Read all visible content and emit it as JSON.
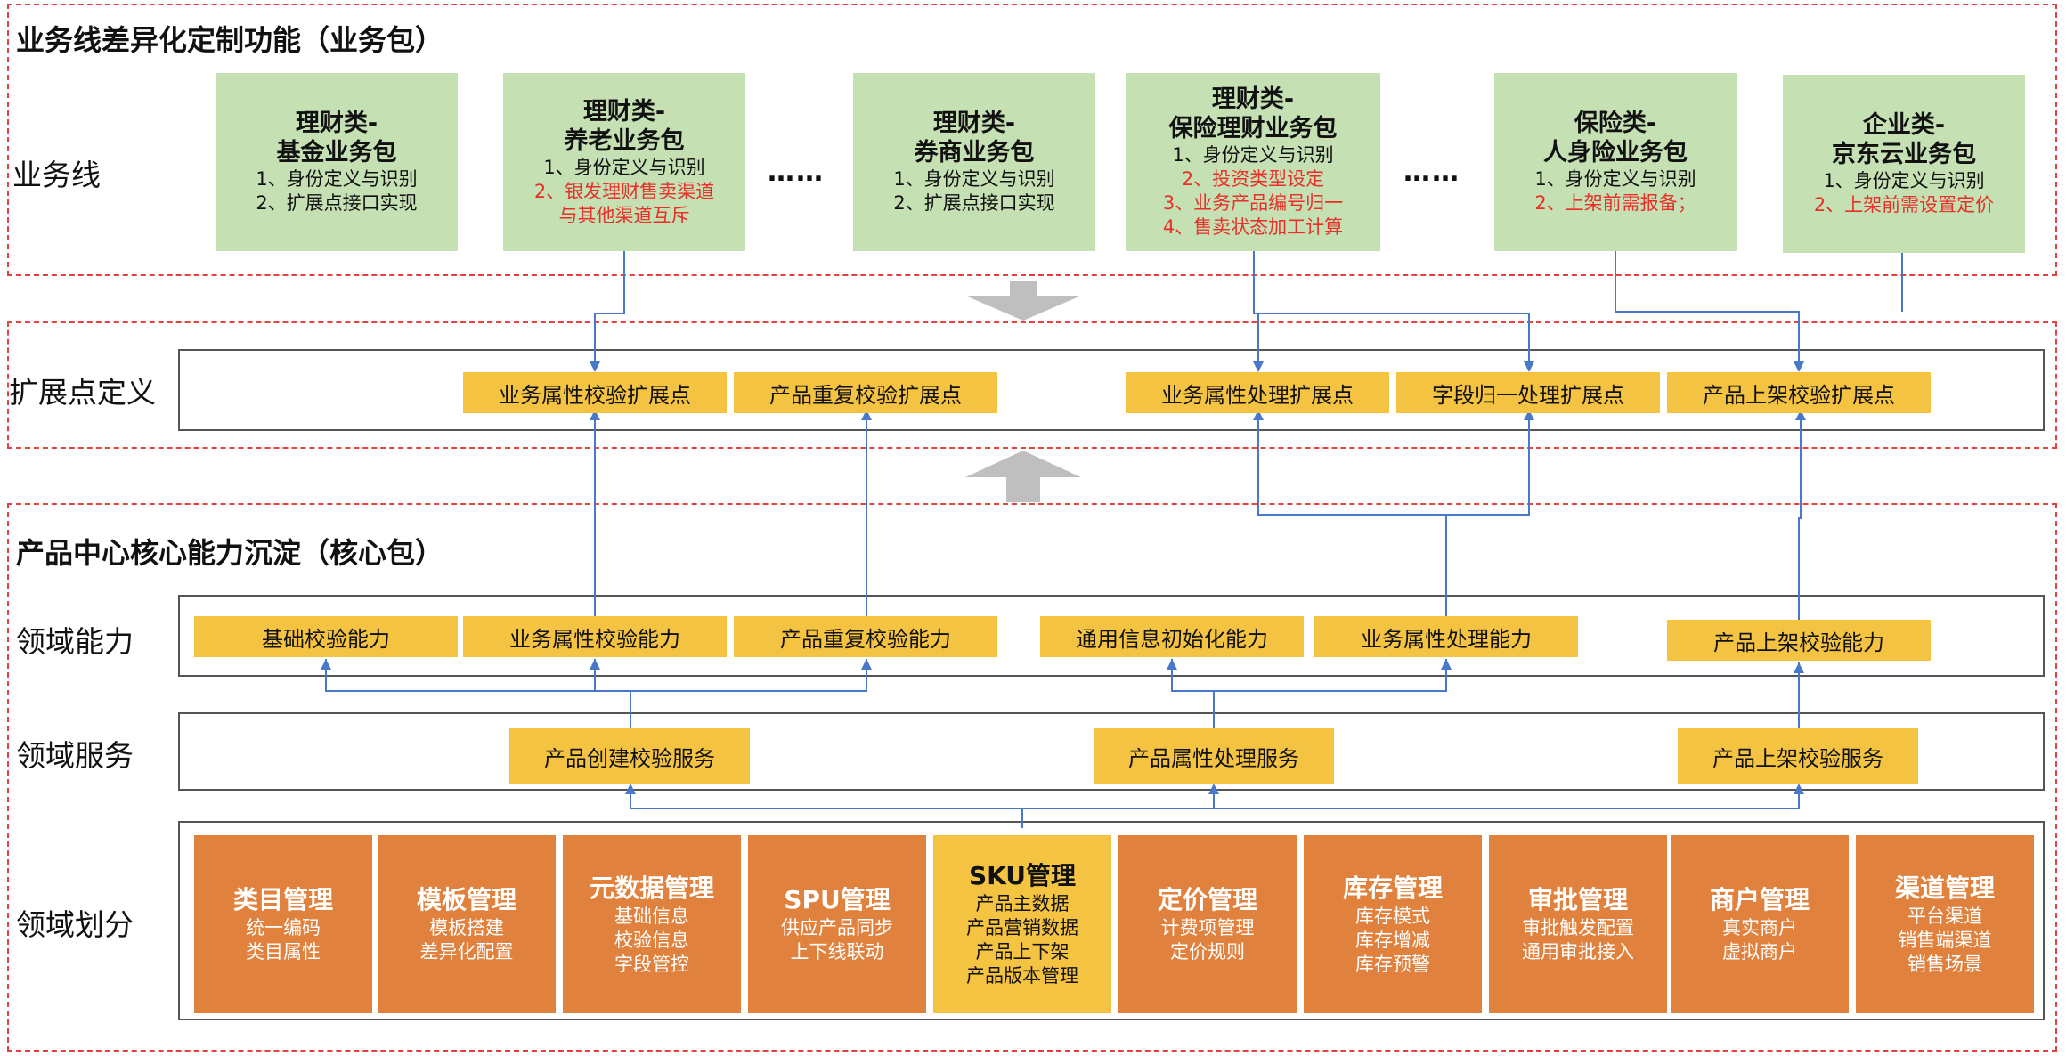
{
  "sections": {
    "business_title": "业务线差异化定制功能（业务包）",
    "core_title": "产品中心核心能力沉淀（核心包）"
  },
  "row_labels": {
    "business_line": "业务线",
    "extension_def": "扩展点定义",
    "domain_capability": "领域能力",
    "domain_service": "领域服务",
    "domain_division": "领域划分"
  },
  "business_packages": [
    {
      "title": [
        "理财类-",
        "基金业务包"
      ],
      "lines": [
        {
          "text": "1、身份定义与识别",
          "red": false
        },
        {
          "text": "2、扩展点接口实现",
          "red": false
        }
      ]
    },
    {
      "title": [
        "理财类-",
        "养老业务包"
      ],
      "lines": [
        {
          "text": "1、身份定义与识别",
          "red": false
        },
        {
          "text": "2、银发理财售卖渠道",
          "red": true
        },
        {
          "text": "与其他渠道互斥",
          "red": true
        }
      ]
    },
    {
      "title": [
        "理财类-",
        "券商业务包"
      ],
      "lines": [
        {
          "text": "1、身份定义与识别",
          "red": false
        },
        {
          "text": "2、扩展点接口实现",
          "red": false
        }
      ]
    },
    {
      "title": [
        "理财类-",
        "保险理财业务包"
      ],
      "lines": [
        {
          "text": "1、身份定义与识别",
          "red": false
        },
        {
          "text": "2、投资类型设定",
          "red": true
        },
        {
          "text": "3、业务产品编号归一",
          "red": true
        },
        {
          "text": "4、售卖状态加工计算",
          "red": true
        }
      ]
    },
    {
      "title": [
        "保险类-",
        "人身险业务包"
      ],
      "lines": [
        {
          "text": "1、身份定义与识别",
          "red": false
        },
        {
          "text": "2、上架前需报备；",
          "red": true
        }
      ]
    },
    {
      "title": [
        "企业类-",
        "京东云业务包"
      ],
      "lines": [
        {
          "text": "1、身份定义与识别",
          "red": false
        },
        {
          "text": "2、上架前需设置定价",
          "red": true
        }
      ]
    }
  ],
  "ellipsis": "……",
  "extension_points": [
    "业务属性校验扩展点",
    "产品重复校验扩展点",
    "业务属性处理扩展点",
    "字段归一处理扩展点",
    "产品上架校验扩展点"
  ],
  "capabilities": [
    "基础校验能力",
    "业务属性校验能力",
    "产品重复校验能力",
    "通用信息初始化能力",
    "业务属性处理能力",
    "产品上架校验能力"
  ],
  "services": [
    "产品创建校验服务",
    "产品属性处理服务",
    "产品上架校验服务"
  ],
  "domains": [
    {
      "title": "类目管理",
      "lines": [
        "统一编码",
        "类目属性"
      ]
    },
    {
      "title": "模板管理",
      "lines": [
        "模板搭建",
        "差异化配置"
      ]
    },
    {
      "title": "元数据管理",
      "lines": [
        "基础信息",
        "校验信息",
        "字段管控"
      ]
    },
    {
      "title": "SPU管理",
      "lines": [
        "供应产品同步",
        "上下线联动"
      ]
    },
    {
      "title": "SKU管理",
      "lines": [
        "产品主数据",
        "产品营销数据",
        "产品上下架",
        "产品版本管理"
      ]
    },
    {
      "title": "定价管理",
      "lines": [
        "计费项管理",
        "定价规则"
      ]
    },
    {
      "title": "库存管理",
      "lines": [
        "库存模式",
        "库存增减",
        "库存预警"
      ]
    },
    {
      "title": "审批管理",
      "lines": [
        "审批触发配置",
        "通用审批接入"
      ]
    },
    {
      "title": "商户管理",
      "lines": [
        "真实商户",
        "虚拟商户"
      ]
    },
    {
      "title": "渠道管理",
      "lines": [
        "平台渠道",
        "销售端渠道",
        "销售场景"
      ]
    }
  ],
  "colors": {
    "section_border": "#e8403c",
    "green": "#c5e0b3",
    "yellow": "#f5c342",
    "orange": "#e0823e",
    "line": "#4a78c8",
    "arrow_gray": "#bfbfbf",
    "red_text": "#e8302a"
  }
}
